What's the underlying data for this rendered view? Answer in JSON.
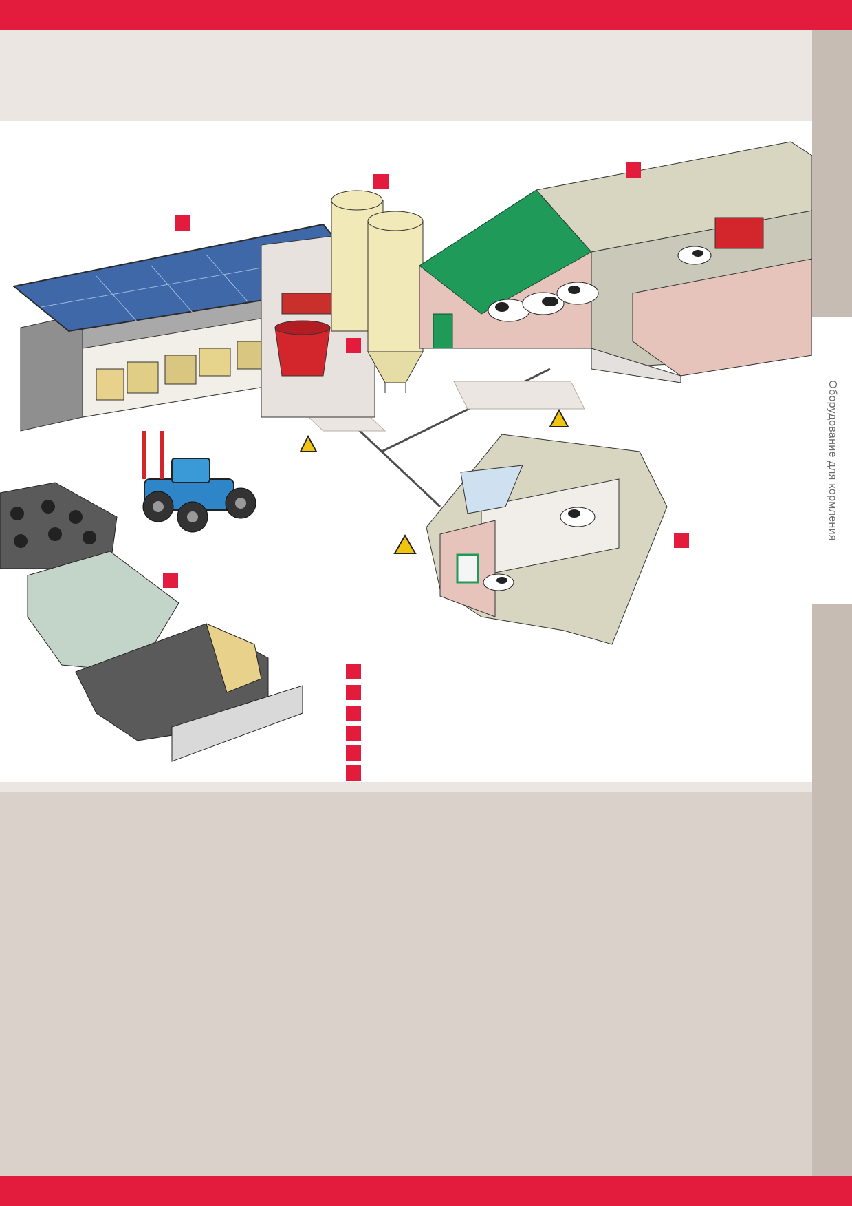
{
  "side_tab": {
    "label": "Оборудование для кормления"
  },
  "colors": {
    "brand_red": "#e31b3c",
    "panel_beige": "#dad1ca",
    "header_light": "#ebe6e2",
    "side_column": "#c7bcb3",
    "barn_green": "#1f9a59",
    "warning_yellow": "#f1c40f"
  },
  "callout_markers": [
    {
      "name": "marker-feed-kitchen-roof"
    },
    {
      "name": "marker-silos"
    },
    {
      "name": "marker-cow-barn"
    },
    {
      "name": "marker-feed-robot"
    },
    {
      "name": "marker-calf-barn"
    },
    {
      "name": "marker-silage-clamp"
    }
  ],
  "legend_marker_count": 6
}
